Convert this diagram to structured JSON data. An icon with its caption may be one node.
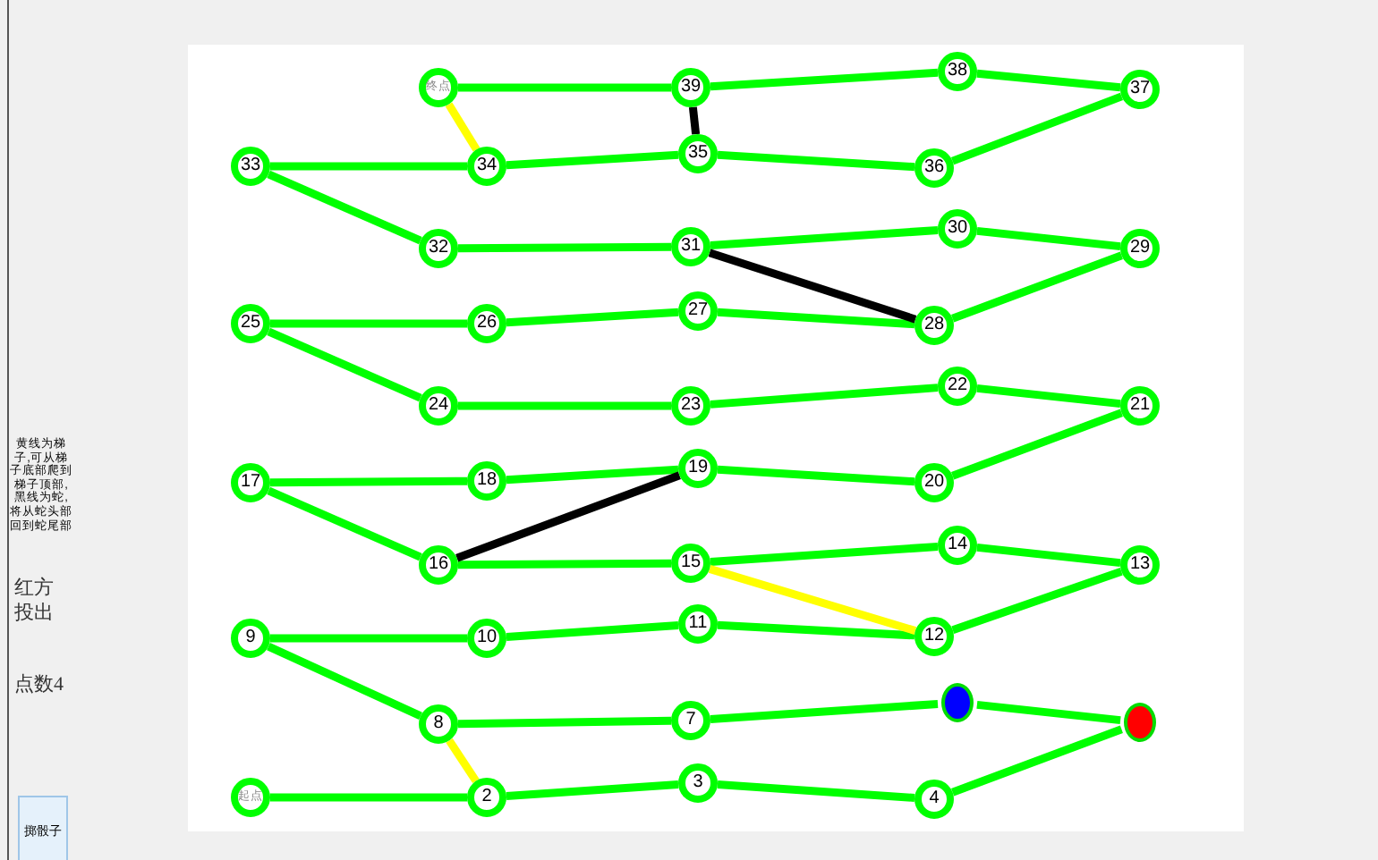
{
  "diagram": {
    "nodes": [
      {
        "text": [
          "起点"
        ]
      },
      {
        "text": [
          "2"
        ]
      },
      {
        "text": [
          "3"
        ]
      },
      {
        "text": [
          "4"
        ]
      },
      {
        "text": [],
        "shape": "circle"
      },
      {
        "text": [],
        "shape": "circle"
      },
      {
        "text": [
          "7"
        ]
      },
      {
        "text": [
          "8"
        ]
      },
      {
        "text": [
          "9"
        ]
      },
      {
        "text": [
          "10"
        ]
      },
      {
        "text": [
          "11"
        ]
      },
      {
        "text": [
          "12"
        ]
      },
      {
        "text": [
          "13"
        ]
      },
      {
        "text": [
          "14"
        ]
      },
      {
        "text": [
          "15"
        ]
      },
      {
        "text": [
          "16"
        ]
      },
      {
        "text": [
          "17"
        ]
      },
      {
        "text": [
          "18"
        ]
      },
      {
        "text": [
          "19"
        ]
      },
      {
        "text": [
          "20"
        ]
      },
      {
        "text": [
          "21"
        ]
      },
      {
        "text": [
          "22"
        ]
      },
      {
        "text": [
          "23"
        ]
      },
      {
        "text": [
          "24"
        ]
      },
      {
        "text": [
          "25"
        ]
      },
      {
        "text": [
          "26"
        ]
      },
      {
        "text": [
          "27"
        ]
      },
      {
        "text": [
          "28"
        ]
      },
      {
        "text": [
          "29"
        ]
      },
      {
        "text": [
          "30"
        ]
      },
      {
        "text": [
          "31"
        ]
      },
      {
        "text": [
          "32"
        ]
      },
      {
        "text": [
          "33"
        ]
      },
      {
        "text": [
          "34"
        ]
      },
      {
        "text": [
          "35"
        ]
      },
      {
        "text": [
          "36"
        ]
      },
      {
        "text": [
          "37"
        ]
      },
      {
        "text": [
          "38"
        ]
      },
      {
        "text": [
          "39"
        ]
      },
      {
        "text": [
          "终点"
        ]
      },
      {
        "text": [
          "掷骰子"
        ]
      }
    ],
    "edges": [
      {
        "from": 0,
        "to": 1,
        "arrow": "none"
      },
      {
        "from": 1,
        "to": 2,
        "arrow": "none"
      },
      {
        "from": 2,
        "to": 3,
        "arrow": "none"
      },
      {
        "from": 3,
        "to": 4,
        "arrow": "none"
      },
      {
        "from": 4,
        "to": 5,
        "arrow": "none"
      },
      {
        "from": 5,
        "to": 6,
        "arrow": "none"
      },
      {
        "from": 6,
        "to": 7,
        "arrow": "none"
      },
      {
        "from": 7,
        "to": 8,
        "arrow": "none"
      },
      {
        "from": 8,
        "to": 9,
        "arrow": "none"
      },
      {
        "from": 9,
        "to": 10,
        "arrow": "none"
      },
      {
        "from": 10,
        "to": 11,
        "arrow": "none"
      },
      {
        "from": 11,
        "to": 12,
        "arrow": "none"
      },
      {
        "from": 12,
        "to": 13,
        "arrow": "none"
      },
      {
        "from": 13,
        "to": 14,
        "arrow": "none"
      },
      {
        "from": 14,
        "to": 15,
        "arrow": "none"
      },
      {
        "from": 15,
        "to": 16,
        "arrow": "none"
      },
      {
        "from": 16,
        "to": 17,
        "arrow": "none"
      },
      {
        "from": 17,
        "to": 18,
        "arrow": "none"
      },
      {
        "from": 18,
        "to": 19,
        "arrow": "none"
      },
      {
        "from": 19,
        "to": 20,
        "arrow": "none"
      },
      {
        "from": 20,
        "to": 21,
        "arrow": "none"
      },
      {
        "from": 21,
        "to": 22,
        "arrow": "none"
      },
      {
        "from": 22,
        "to": 23,
        "arrow": "none"
      },
      {
        "from": 23,
        "to": 24,
        "arrow": "none"
      },
      {
        "from": 24,
        "to": 25,
        "arrow": "none"
      },
      {
        "from": 25,
        "to": 26,
        "arrow": "none"
      },
      {
        "from": 26,
        "to": 27,
        "arrow": "none"
      },
      {
        "from": 27,
        "to": 28,
        "arrow": "none"
      },
      {
        "from": 28,
        "to": 29,
        "arrow": "none"
      },
      {
        "from": 29,
        "to": 30,
        "arrow": "none"
      },
      {
        "from": 30,
        "to": 31,
        "arrow": "none"
      },
      {
        "from": 31,
        "to": 32,
        "arrow": "none"
      },
      {
        "from": 32,
        "to": 33,
        "arrow": "none"
      },
      {
        "from": 33,
        "to": 34,
        "arrow": "none"
      },
      {
        "from": 34,
        "to": 35,
        "arrow": "none"
      },
      {
        "from": 35,
        "to": 36,
        "arrow": "none"
      },
      {
        "from": 36,
        "to": 37,
        "arrow": "none"
      },
      {
        "from": 37,
        "to": 38,
        "arrow": "none"
      },
      {
        "from": 38,
        "to": 39,
        "arrow": "none"
      },
      {
        "from": 1,
        "to": 7,
        "arrow": "none",
        "color": "#ffff00"
      },
      {
        "from": 11,
        "to": 14,
        "arrow": "none",
        "color": "#ffff00"
      },
      {
        "from": 33,
        "to": 39,
        "arrow": "none",
        "color": "#ffff00"
      },
      {
        "from": 18,
        "to": 15,
        "arrow": "none",
        "color": "#000000"
      },
      {
        "from": 27,
        "to": 30,
        "arrow": "none",
        "color": "#000000"
      },
      {
        "from": 38,
        "to": 34,
        "arrow": "none",
        "color": "#000000"
      }
    ],
    "labels": [
      "黄线为梯子,可从梯子底部爬到梯子顶部,黑线为蛇,将从蛇头部回到蛇尾部",
      "红方投出",
      "点数4"
    ]
  }
}
